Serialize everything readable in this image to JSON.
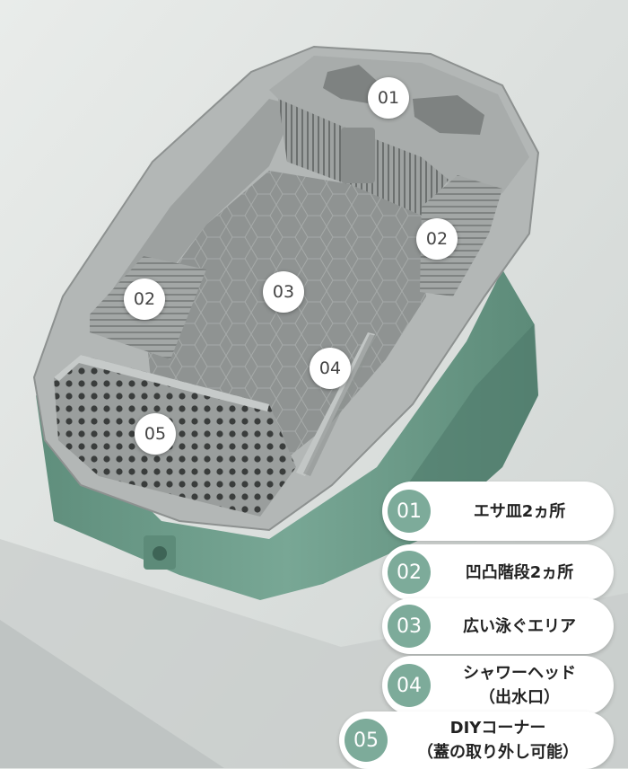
{
  "markers": [
    "01",
    "02",
    "02",
    "03",
    "04",
    "05"
  ],
  "legend": [
    {
      "num": "01",
      "line1": "エサ皿2ヵ所",
      "line2": ""
    },
    {
      "num": "02",
      "line1": "凹凸階段2ヵ所",
      "line2": ""
    },
    {
      "num": "03",
      "line1": "広い泳ぐエリア",
      "line2": ""
    },
    {
      "num": "04",
      "line1": "シャワーヘッド",
      "line2": "（出水口）"
    },
    {
      "num": "05",
      "line1": "DIYコーナー",
      "line2": "（蓋の取り外し可能）"
    }
  ],
  "colors": {
    "accent": "#7dab9a",
    "tub": "#6f9f8c",
    "frame": "#a9adac",
    "floor": "#8f9392"
  }
}
